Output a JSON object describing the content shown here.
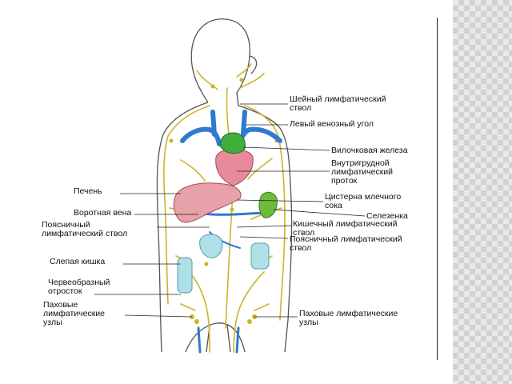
{
  "colors": {
    "lymph": "#c9b52a",
    "vein": "#2f7ad0",
    "heart": "#e88a9a",
    "liver": "#e7a1a8",
    "thymus": "#3fae3f",
    "spleen": "#6dbb3b",
    "intestine": "#aee0e8",
    "outline": "#555555",
    "leader": "#222222"
  },
  "labels": {
    "cervical_trunk": "Шейный лимфатический\nствол",
    "left_venous_angle": "Левый венозный угол",
    "thymus": "Вилочковая железа",
    "thoracic_duct": "Внутригрудной\nлимфатический\nпроток",
    "liver": "Печень",
    "cisterna_chyli": "Цистерна млечного\nсока",
    "portal_vein": "Воротная вена",
    "spleen": "Селезенка",
    "lumbar_trunk_left": "Поясничный\nлимфатический ствол",
    "intestinal_trunk": "Кишечный лимфатический\nствол",
    "lumbar_trunk_right": "Поясничный лимфатический\nствол",
    "cecum": "Слепая кишка",
    "appendix": "Червеобразный\nотросток",
    "inguinal_nodes_left": "Паховые\nлимфатические\nузлы",
    "inguinal_nodes_right": "Паховые лимфатические\nузлы"
  }
}
